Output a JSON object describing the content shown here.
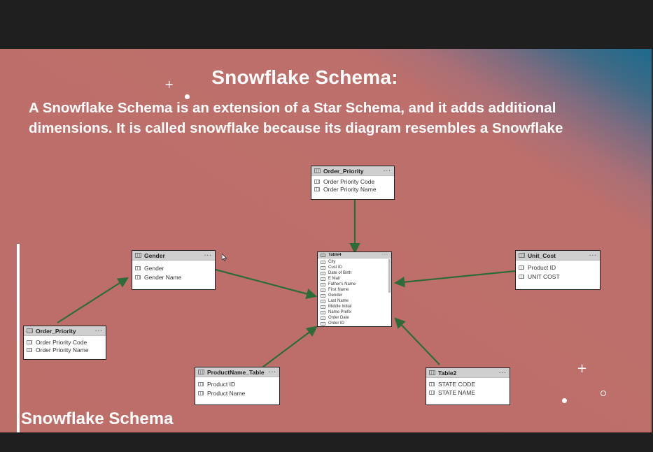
{
  "slide": {
    "title": "Snowflake Schema:",
    "subtitle": "A Snowflake Schema is an extension of a Star Schema, and it adds additional dimensions. It is called snowflake because its diagram resembles a Snowflake",
    "footer_title": "Snowflake Schema"
  },
  "tables": {
    "order_priority_top": {
      "name": "Order_Priority",
      "fields": [
        "Order Priority Code",
        "Order Priority Name"
      ]
    },
    "gender": {
      "name": "Gender",
      "fields": [
        "Gender",
        "Gender Name"
      ]
    },
    "table4": {
      "name": "Table4",
      "fields": [
        "City",
        "Cust ID",
        "Date of Birth",
        "E Mail",
        "Father's Name",
        "First Name",
        "Gender",
        "Last Name",
        "Middle Initial",
        "Name Prefix",
        "Order Date",
        "Order ID"
      ]
    },
    "unit_cost": {
      "name": "Unit_Cost",
      "fields": [
        "Product ID",
        "UNIT COST"
      ]
    },
    "order_priority_left": {
      "name": "Order_Priority",
      "fields": [
        "Order Priority Code",
        "Order Priority Name"
      ]
    },
    "productname": {
      "name": "ProductName_Table",
      "fields": [
        "Product ID",
        "Product Name"
      ]
    },
    "table2": {
      "name": "Table2",
      "fields": [
        "STATE CODE",
        "STATE NAME"
      ]
    }
  },
  "more_icon": "···",
  "colors": {
    "connector": "#2e6b3a",
    "slide_bg": "#be6e69",
    "accent_corner": "#1c6a8e"
  }
}
